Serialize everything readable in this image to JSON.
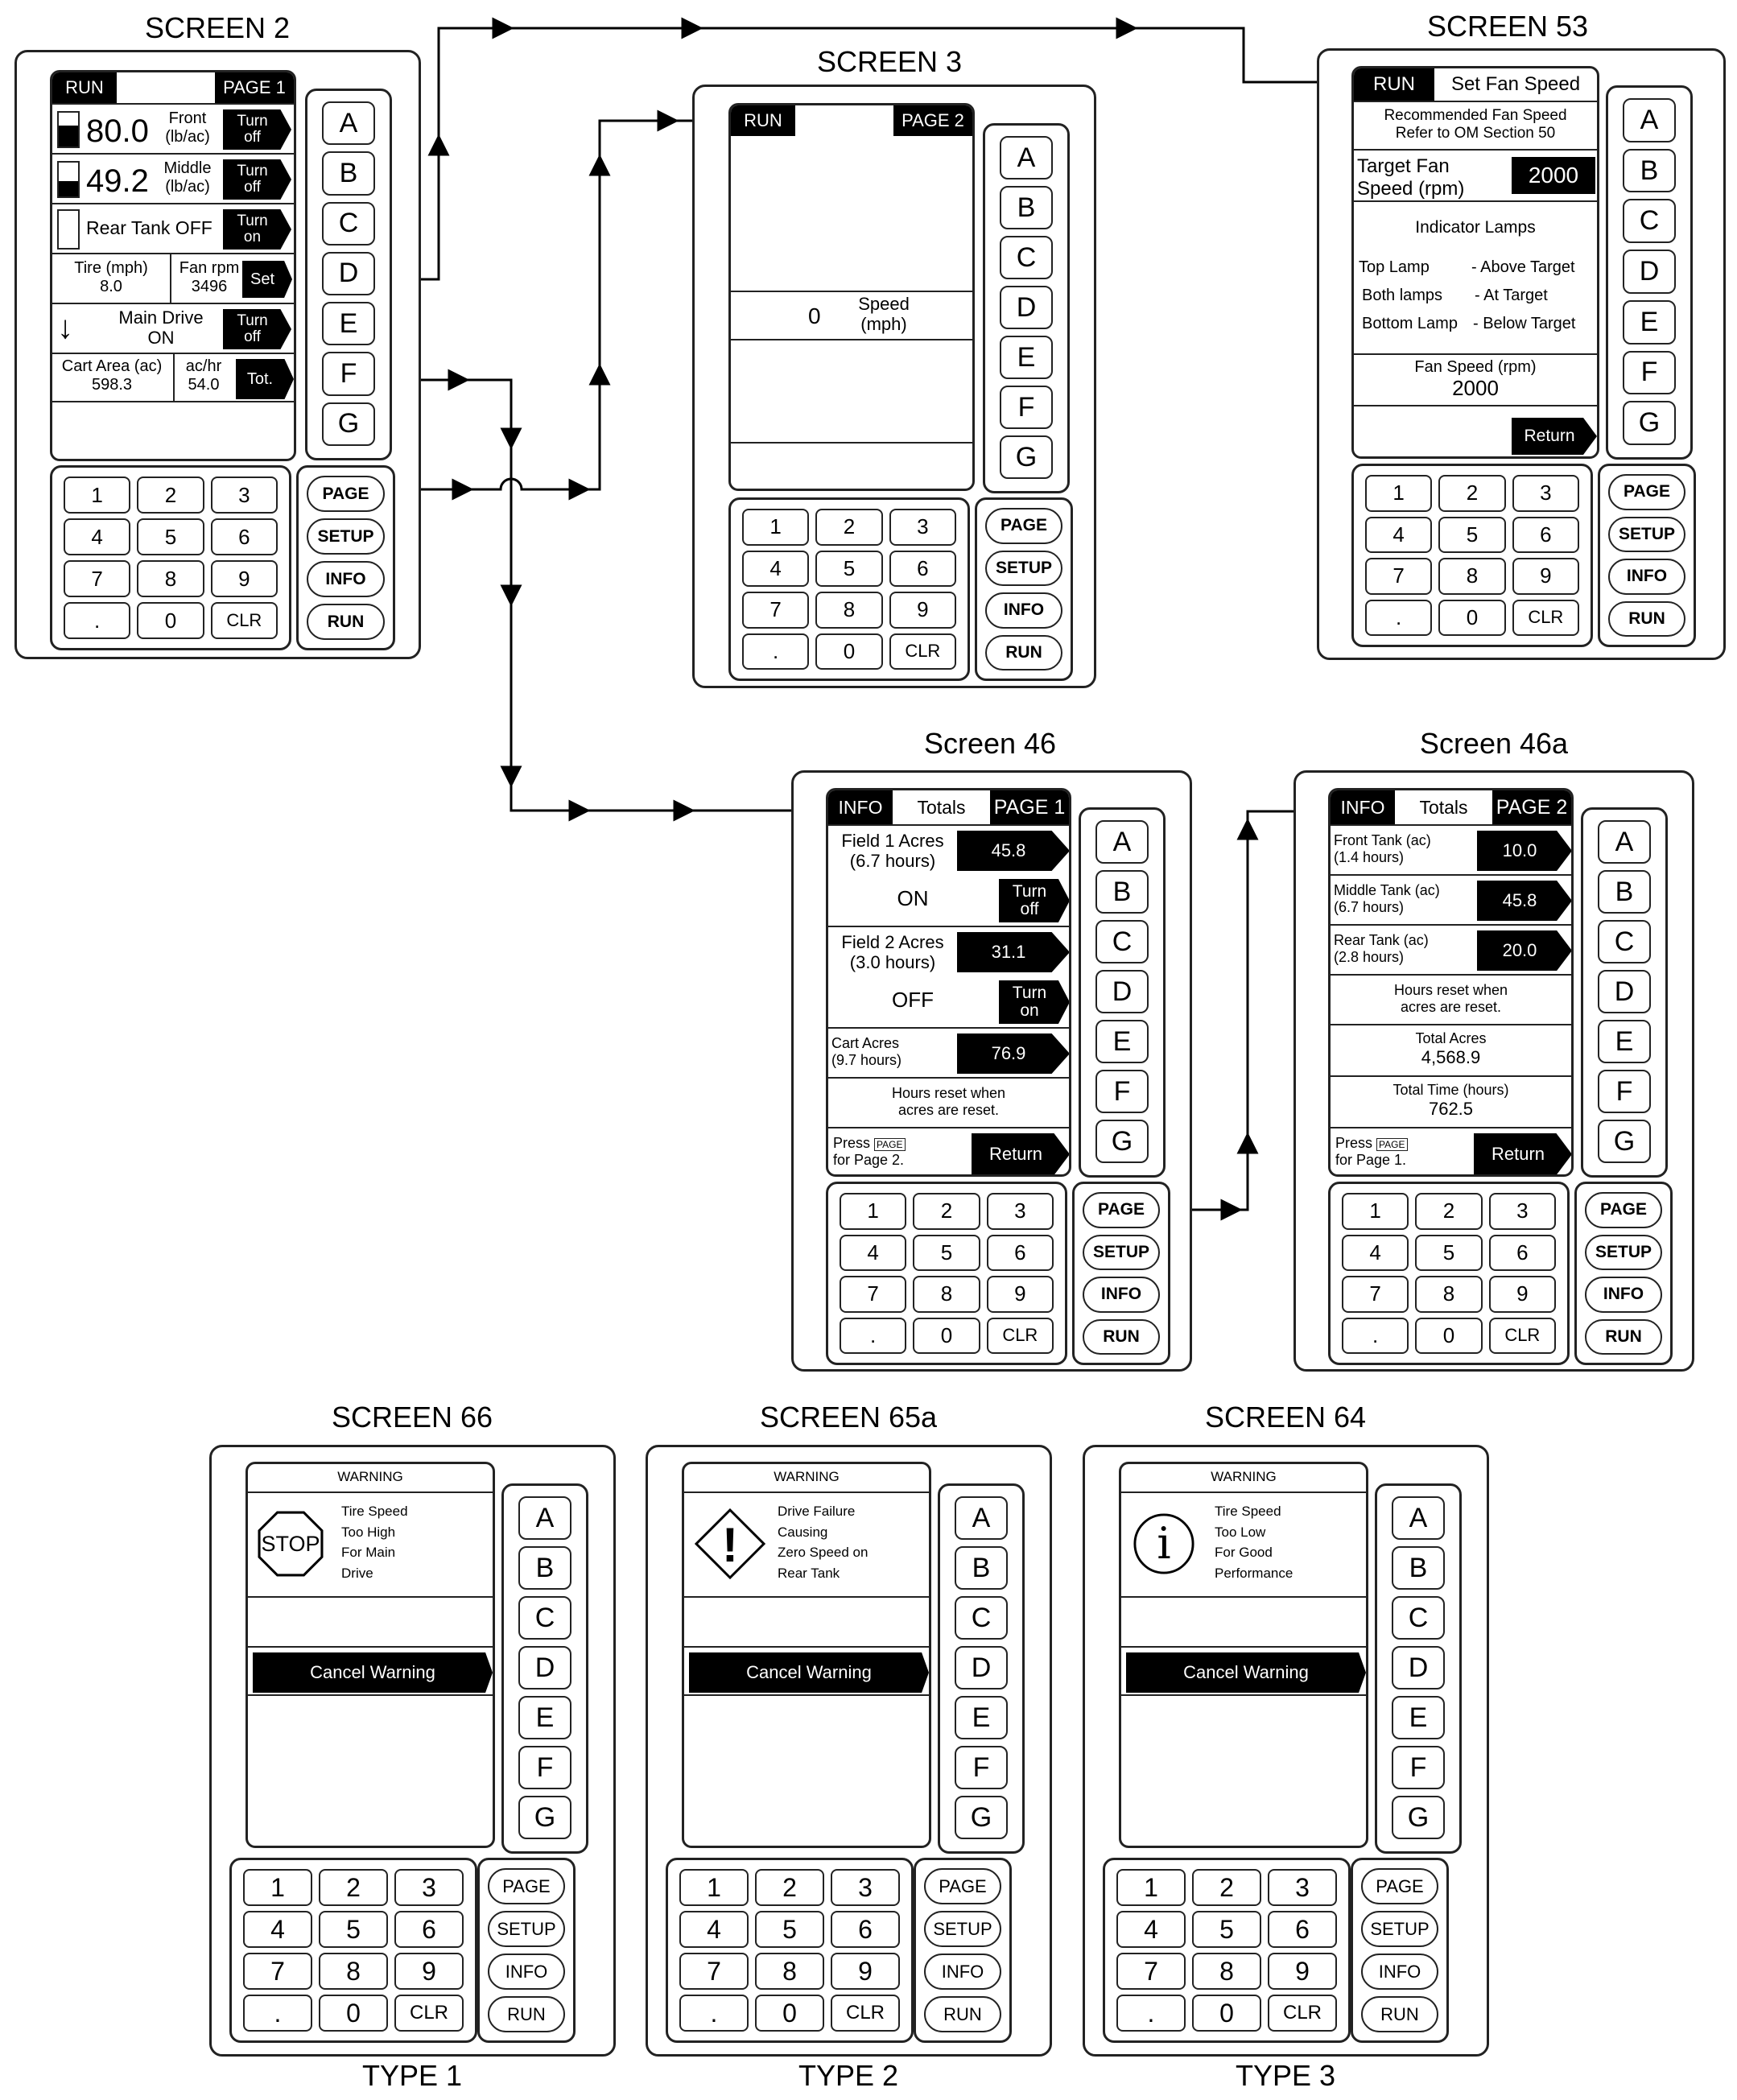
{
  "common": {
    "letters": [
      "A",
      "B",
      "C",
      "D",
      "E",
      "F",
      "G"
    ],
    "keys": [
      "1",
      "2",
      "3",
      "4",
      "5",
      "6",
      "7",
      "8",
      "9",
      ".",
      "0",
      "CLR"
    ],
    "func": [
      "PAGE",
      "SETUP",
      "INFO",
      "RUN"
    ]
  },
  "screen2": {
    "title": "SCREEN 2",
    "run": "RUN",
    "page": "PAGE 1",
    "front_value": "80.0",
    "front_label1": "Front",
    "front_label2": "(lb/ac)",
    "front_fill": 0.62,
    "middle_value": "49.2",
    "middle_label1": "Middle",
    "middle_label2": "(lb/ac)",
    "middle_fill": 0.45,
    "rear": "Rear Tank OFF",
    "rear_fill": 0,
    "turn": "Turn",
    "off": "off",
    "on": "on",
    "tire_label": "Tire (mph)",
    "tire_value": "8.0",
    "fan_label": "Fan rpm",
    "fan_value": "3496",
    "set": "Set",
    "drive_arrow": "↓",
    "drive_label": "Main Drive",
    "drive_state": "ON",
    "cart_label": "Cart Area (ac)",
    "cart_value": "598.3",
    "achr_label": "ac/hr",
    "achr_value": "54.0",
    "tot": "Tot."
  },
  "screen3": {
    "title": "SCREEN 3",
    "run": "RUN",
    "page": "PAGE 2",
    "speed_value": "0",
    "speed_label1": "Speed",
    "speed_label2": "(mph)"
  },
  "screen53": {
    "title": "SCREEN 53",
    "run": "RUN",
    "header": "Set Fan Speed",
    "rec1": "Recommended  Fan  Speed",
    "rec2": "Refer to OM Section 50",
    "target1": "Target Fan",
    "target2": "Speed (rpm)",
    "target_value": "2000",
    "lamps_title": "Indicator Lamps",
    "lamp1a": "Top Lamp",
    "lamp1b": "- Above Target",
    "lamp2a": "Both lamps",
    "lamp2b": "- At Target",
    "lamp3a": "Bottom Lamp",
    "lamp3b": "- Below Target",
    "fan_label": "Fan Speed (rpm)",
    "fan_value": "2000",
    "return": "Return"
  },
  "screen46": {
    "title": "Screen 46",
    "info": "INFO",
    "totals": "Totals",
    "page": "PAGE 1",
    "f1_label1": "Field  1 Acres",
    "f1_label2": "(6.7 hours)",
    "f1_value": "45.8",
    "f1_state": "ON",
    "f2_label1": "Field  2 Acres",
    "f2_label2": "(3.0 hours)",
    "f2_value": "31.1",
    "f2_state": "OFF",
    "turn": "Turn",
    "off": "off",
    "on": "on",
    "cart_label1": "Cart Acres",
    "cart_label2": "(9.7 hours)",
    "cart_value": "76.9",
    "reset1": "Hours reset when",
    "reset2": "acres are reset.",
    "press": "Press",
    "press_key": "PAGE",
    "press2": "for Page 2.",
    "return": "Return"
  },
  "screen46a": {
    "title": "Screen 46a",
    "info": "INFO",
    "totals": "Totals",
    "page": "PAGE 2",
    "front1": "Front Tank  (ac)",
    "front2": "(1.4 hours)",
    "front_value": "10.0",
    "middle1": "Middle Tank  (ac)",
    "middle2": "(6.7 hours)",
    "middle_value": "45.8",
    "rear1": "Rear Tank  (ac)",
    "rear2": "(2.8 hours)",
    "rear_value": "20.0",
    "reset1": "Hours reset when",
    "reset2": "acres are reset.",
    "total_label": "Total Acres",
    "total_value": "4,568.9",
    "time_label": "Total Time (hours)",
    "time_value": "762.5",
    "press": "Press",
    "press_key": "PAGE",
    "press2": "for Page 1.",
    "return": "Return"
  },
  "screen66": {
    "title": "SCREEN 66",
    "warning": "WARNING",
    "icon_text": "STOP",
    "msg": [
      "Tire Speed",
      "Too High",
      "For Main",
      "Drive"
    ],
    "cancel": "Cancel Warning",
    "type": "TYPE 1"
  },
  "screen65a": {
    "title": "SCREEN 65a",
    "warning": "WARNING",
    "icon_text": "!",
    "msg": [
      "Drive Failure",
      "Causing",
      "Zero Speed on",
      "Rear Tank"
    ],
    "cancel": "Cancel Warning",
    "type": "TYPE 2"
  },
  "screen64": {
    "title": "SCREEN 64",
    "warning": "WARNING",
    "icon_text": "i",
    "msg": [
      "Tire Speed",
      "Too Low",
      "For Good",
      "Performance"
    ],
    "cancel": "Cancel Warning",
    "type": "TYPE 3"
  }
}
